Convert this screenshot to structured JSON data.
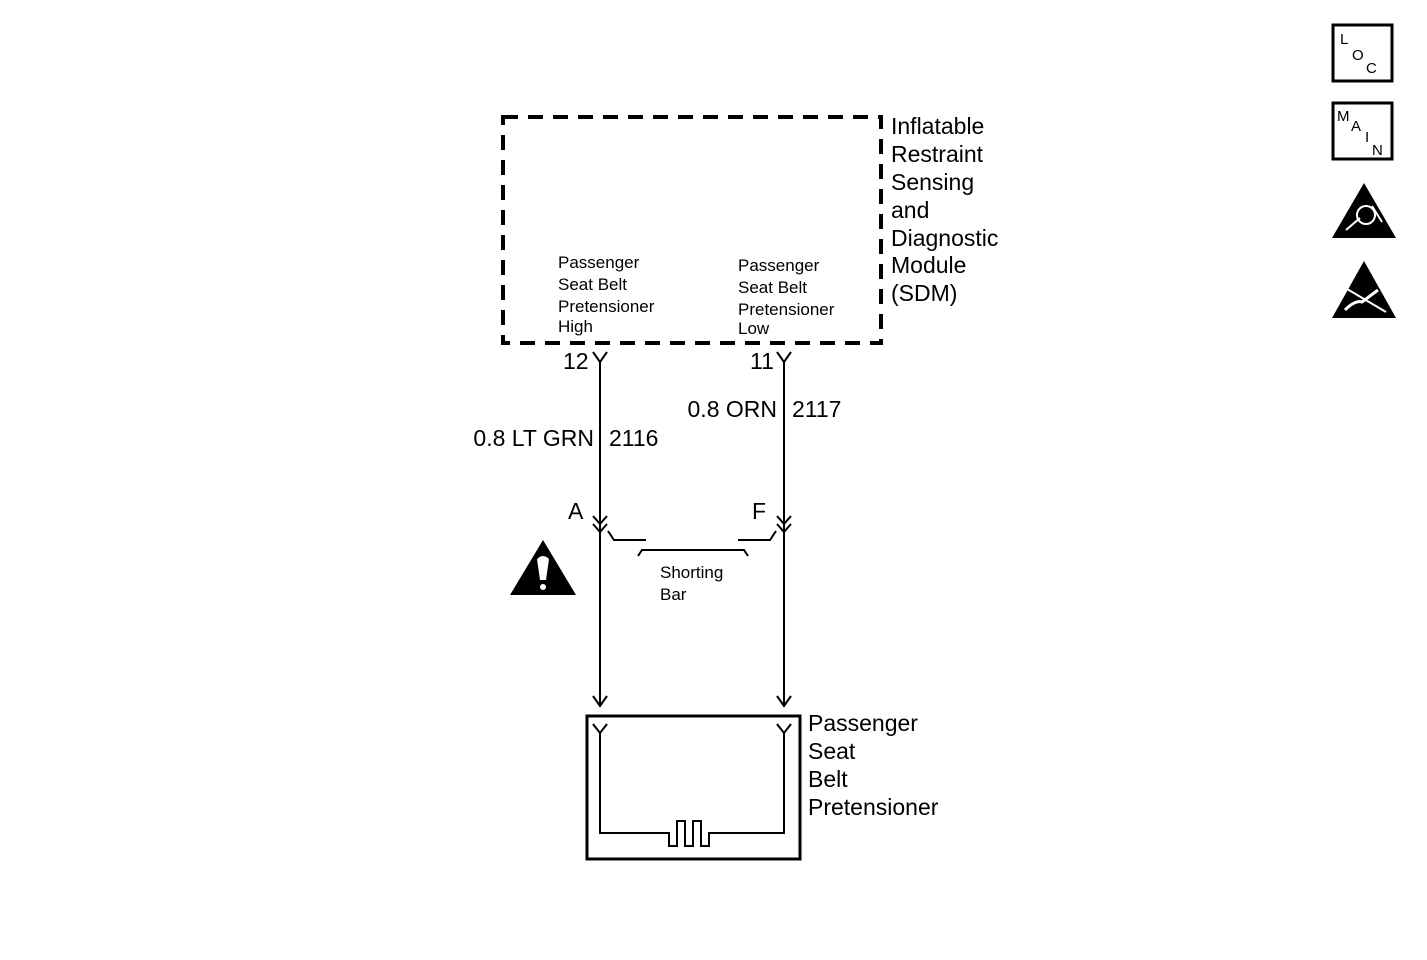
{
  "module": {
    "name_lines": [
      "Inflatable",
      "Restraint",
      "Sensing",
      "and",
      "Diagnostic",
      "Module",
      "(SDM)"
    ],
    "left_circuit_lines": [
      "Passenger",
      "Seat Belt",
      "Pretensioner",
      "High"
    ],
    "right_circuit_lines": [
      "Passenger",
      "Seat Belt",
      "Pretensioner",
      "Low"
    ],
    "pin_left": "12",
    "pin_right": "11"
  },
  "wires": {
    "left": {
      "size_color": "0.8 LT GRN",
      "circuit": "2116"
    },
    "right": {
      "size_color": "0.8 ORN",
      "circuit": "2117"
    }
  },
  "connector": {
    "terminal_left": "A",
    "terminal_right": "F",
    "shorting_bar_lines": [
      "Shorting",
      "Bar"
    ]
  },
  "component": {
    "name_lines": [
      "Passenger",
      "Seat",
      "Belt",
      "Pretensioner"
    ]
  },
  "side_icons": {
    "loc_letters": [
      "L",
      "O",
      "C"
    ],
    "main_letters": [
      "M",
      "A",
      "I",
      "N"
    ],
    "airbag_warning": "airbag-warning-icon",
    "esd": "esd-sensitive-icon"
  },
  "caution_icon": "caution-triangle-icon"
}
